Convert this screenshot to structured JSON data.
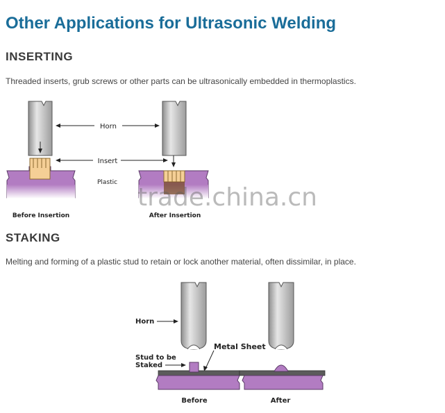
{
  "page": {
    "title": "Other Applications for Ultrasonic Welding"
  },
  "inserting": {
    "heading": "INSERTING",
    "description": "Threaded inserts, grub screws or other parts can be ultrasonically embedded in thermoplastics.",
    "labels": {
      "horn": "Horn",
      "insert": "Insert",
      "plastic": "Plastic",
      "before": "Before Insertion",
      "after": "After Insertion"
    }
  },
  "staking": {
    "heading": "STAKING",
    "description": "Melting and forming of a plastic stud to retain or lock another material, often dissimilar, in place.",
    "labels": {
      "horn": "Horn",
      "metal_sheet": "Metal Sheet",
      "stud_line1": "Stud to be",
      "stud_line2": "Staked",
      "before": "Before",
      "after": "After"
    }
  },
  "watermark": "trade.china.cn",
  "colors": {
    "title": "#1a6d99",
    "plastic": "#b27cc2",
    "insert": "#f5cf96",
    "horn": "#c4c4c4",
    "metal_sheet": "#5b5b5b"
  }
}
